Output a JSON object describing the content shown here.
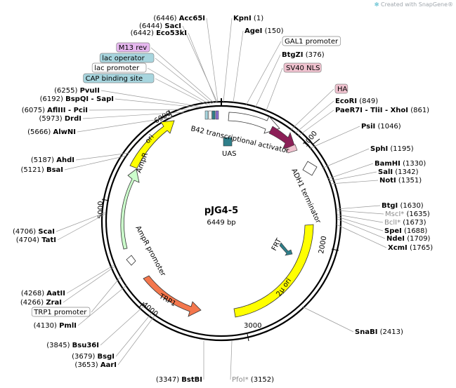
{
  "watermark": {
    "prefix": "Created with ",
    "brand": "SnapGene®"
  },
  "plasmid": {
    "name": "pJG4-5",
    "size_label": "6449 bp",
    "length": 6449
  },
  "ticks": [
    "1000",
    "2000",
    "3000",
    "4000",
    "5000",
    "6000"
  ],
  "colors": {
    "backbone": "#000000",
    "yellow": "#ffff00",
    "ampr": "#ccffcc",
    "trp1": "#f4774d",
    "b42": "#8b1f57",
    "uas": "#2f7f8a",
    "frt": "#2f7f8a",
    "pink_box": "#f0c2cf",
    "blue_box": "#a7d5de",
    "violet_box": "#e6b7ef"
  },
  "features": [
    {
      "name": "AmpR",
      "color": "#ccffcc"
    },
    {
      "name": "AmpR promoter",
      "color": "#ffffff"
    },
    {
      "name": "TRP1",
      "color": "#f4774d"
    },
    {
      "name": "2μ ori",
      "color": "#ffff00"
    },
    {
      "name": "ori",
      "color": "#ffff00"
    },
    {
      "name": "B42 transcriptional activator",
      "color": "#ffffff"
    },
    {
      "name": "ADH1 terminator",
      "color": "#ffffff"
    },
    {
      "name": "UAS",
      "color": "#2f7f8a"
    },
    {
      "name": "FRT",
      "color": "#2f7f8a"
    }
  ],
  "right_sites": [
    {
      "name": "KpnI",
      "pos": "(1)"
    },
    {
      "name": "AgeI",
      "pos": "(150)"
    },
    {
      "name": "GAL1 promoter",
      "box": "white"
    },
    {
      "name": "BtgZI",
      "pos": "(376)"
    },
    {
      "name": "SV40 NLS",
      "box": "pink"
    },
    {
      "name": "HA",
      "box": "pink"
    },
    {
      "name": "EcoRI",
      "pos": "(849)"
    },
    {
      "name": "PaeR7I - TliI - XhoI",
      "pos": "(861)"
    },
    {
      "name": "PsiI",
      "pos": "(1046)"
    },
    {
      "name": "SphI",
      "pos": "(1195)"
    },
    {
      "name": "BamHI",
      "pos": "(1330)"
    },
    {
      "name": "SalI",
      "pos": "(1342)"
    },
    {
      "name": "NotI",
      "pos": "(1351)"
    },
    {
      "name": "BtgI",
      "pos": "(1630)"
    },
    {
      "name": "MscI*",
      "pos": "(1635)",
      "muted": true
    },
    {
      "name": "BclI*",
      "pos": "(1673)",
      "muted": true
    },
    {
      "name": "SpeI",
      "pos": "(1688)"
    },
    {
      "name": "NdeI",
      "pos": "(1709)"
    },
    {
      "name": "XcmI",
      "pos": "(1765)"
    },
    {
      "name": "SnaBI",
      "pos": "(2413)"
    },
    {
      "name": "PfoI*",
      "pos": "(3152)",
      "muted": true
    }
  ],
  "left_sites": [
    {
      "name": "Acc65I",
      "pos": "(6446)"
    },
    {
      "name": "SacI",
      "pos": "(6444)"
    },
    {
      "name": "Eco53kI",
      "pos": "(6442)"
    },
    {
      "name": "M13 rev",
      "box": "violet"
    },
    {
      "name": "lac operator",
      "box": "blue"
    },
    {
      "name": "lac promoter",
      "box": "white"
    },
    {
      "name": "CAP binding site",
      "box": "blue"
    },
    {
      "name": "PvuII",
      "pos": "(6255)"
    },
    {
      "name": "BspQI - SapI",
      "pos": "(6192)"
    },
    {
      "name": "AflIII - PciI",
      "pos": "(6075)"
    },
    {
      "name": "DrdI",
      "pos": "(5973)"
    },
    {
      "name": "AlwNI",
      "pos": "(5666)"
    },
    {
      "name": "AhdI",
      "pos": "(5187)"
    },
    {
      "name": "BsaI",
      "pos": "(5121)"
    },
    {
      "name": "ScaI",
      "pos": "(4706)"
    },
    {
      "name": "TatI",
      "pos": "(4704)"
    },
    {
      "name": "AatII",
      "pos": "(4268)"
    },
    {
      "name": "ZraI",
      "pos": "(4266)"
    },
    {
      "name": "TRP1 promoter",
      "box": "white"
    },
    {
      "name": "PmlI",
      "pos": "(4130)"
    },
    {
      "name": "Bsu36I",
      "pos": "(3845)"
    },
    {
      "name": "BsgI",
      "pos": "(3679)"
    },
    {
      "name": "AarI",
      "pos": "(3653)"
    },
    {
      "name": "BstBI",
      "pos": "(3347)"
    }
  ]
}
